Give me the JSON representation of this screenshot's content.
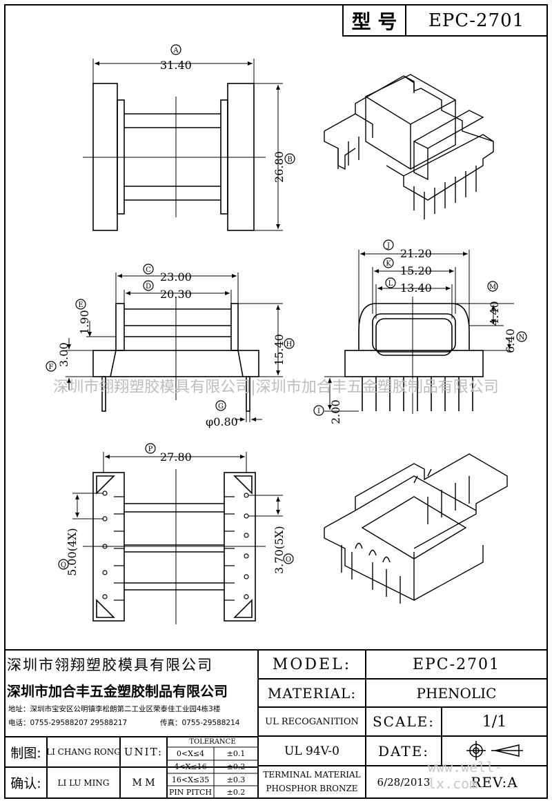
{
  "header": {
    "model_label": "型 号",
    "model_value": "EPC-2701"
  },
  "dims": {
    "A": "A",
    "A_val": "31.40",
    "B": "B",
    "B_val": "26.80",
    "C": "C",
    "C_val": "23.00",
    "D": "D",
    "D_val": "20.30",
    "E": "E",
    "E_val": "1.90",
    "F": "F",
    "F_val": "3.00",
    "G": "G",
    "G_val": "φ0.80",
    "H": "H",
    "H_val": "15.40",
    "I": "I",
    "I_val": "2.00",
    "J": "J",
    "J_val": "21.20",
    "K": "K",
    "K_val": "15.20",
    "L": "L",
    "L_val": "13.40",
    "M": "M",
    "M_val": "4.40",
    "N": "N",
    "N_val": "6.40",
    "O": "O",
    "O_val": "3.70(5X)",
    "P": "P",
    "P_val": "27.80",
    "Q": "Q",
    "Q_val": "5.00(4X)"
  },
  "watermark": {
    "text": "深圳市翎翔塑胶模具有限公司|深圳市加合丰五金塑胶制品有限公司",
    "site": "www.well-lx.com"
  },
  "title_block": {
    "company1": "深圳市翎翔塑胶模具有限公司",
    "company2": "深圳市加合丰五金塑胶制品有限公司",
    "address": "地址：深圳市宝安区公明镇李松朗第二工业区荣泰佳工业园4栋3楼",
    "phone": "电话：0755-29588207  29588217",
    "fax": "传真：0755-29588214",
    "model_label": "MODEL:",
    "model_value": "EPC-2701",
    "material_label": "MATERIAL:",
    "material_value": "PHENOLIC",
    "ul_label": "UL RECOGANITION",
    "ul_value": "UL 94V-0",
    "scale_label": "SCALE:",
    "scale_value": "1/1",
    "date_label": "DATE:",
    "date_value": "6/28/2013",
    "rev_label": "REV:A",
    "terminal_label": "TERMINAL MATERIAL",
    "terminal_value": "PHOSPHOR  BRONZE",
    "draw_label": "制图:",
    "draw_value": "LI CHANG RONG",
    "check_label": "确认:",
    "check_value": "LI LU MING",
    "unit_label": "UNIT:",
    "unit_value": "M M",
    "tolerance_title": "TOLERANCE",
    "tolerance": [
      {
        "range": "0<X≤4",
        "tol": "±0.1"
      },
      {
        "range": "4<X≤16",
        "tol": "±0.2"
      },
      {
        "range": "16<X≤35",
        "tol": "±0.3"
      },
      {
        "range": "PIN PITCH",
        "tol": "±0.2"
      }
    ]
  }
}
